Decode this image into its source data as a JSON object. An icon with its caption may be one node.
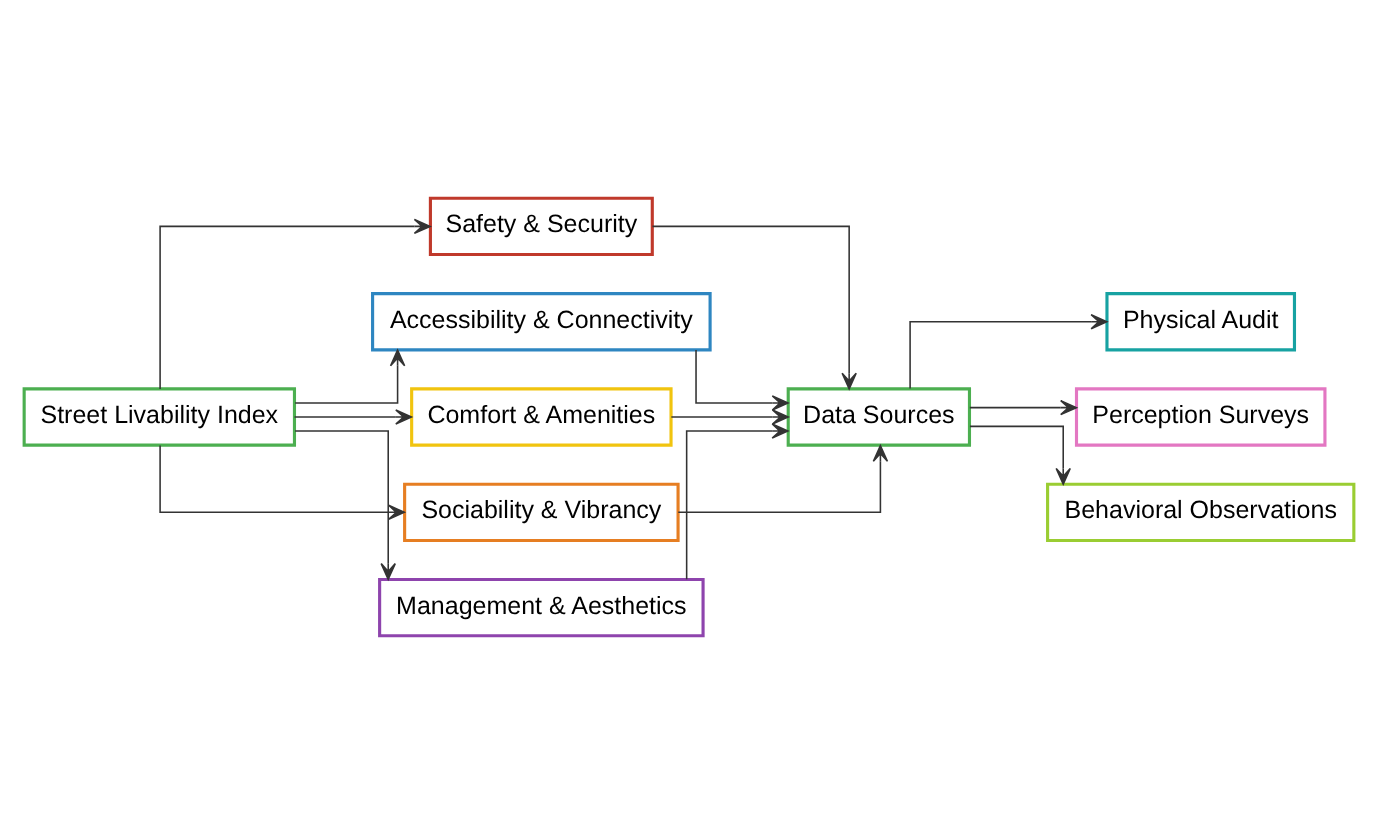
{
  "diagram": {
    "nodes": [
      {
        "text": [
          "Street Livability Index"
        ]
      },
      {
        "text": [
          "Safety & Security"
        ]
      },
      {
        "text": [
          "Accessibility & Connectivity"
        ]
      },
      {
        "text": [
          "Comfort & Amenities"
        ]
      },
      {
        "text": [
          "Sociability & Vibrancy"
        ]
      },
      {
        "text": [
          "Management & Aesthetics"
        ]
      },
      {
        "text": [
          "Data Sources"
        ]
      },
      {
        "text": [
          "Physical Audit"
        ]
      },
      {
        "text": [
          "Perception Surveys"
        ]
      },
      {
        "text": [
          "Behavioral Observations"
        ]
      }
    ],
    "edges": [
      {
        "from": 0,
        "to": 1,
        "arrow": "to"
      },
      {
        "from": 0,
        "to": 2,
        "arrow": "to"
      },
      {
        "from": 0,
        "to": 3,
        "arrow": "to"
      },
      {
        "from": 0,
        "to": 4,
        "arrow": "to"
      },
      {
        "from": 0,
        "to": 5,
        "arrow": "to"
      },
      {
        "from": 1,
        "to": 6,
        "arrow": "to"
      },
      {
        "from": 2,
        "to": 6,
        "arrow": "to"
      },
      {
        "from": 3,
        "to": 6,
        "arrow": "to"
      },
      {
        "from": 4,
        "to": 6,
        "arrow": "to"
      },
      {
        "from": 5,
        "to": 6,
        "arrow": "to"
      },
      {
        "from": 6,
        "to": 7,
        "arrow": "to"
      },
      {
        "from": 6,
        "to": 8,
        "arrow": "to"
      },
      {
        "from": 6,
        "to": 9,
        "arrow": "to"
      }
    ]
  }
}
